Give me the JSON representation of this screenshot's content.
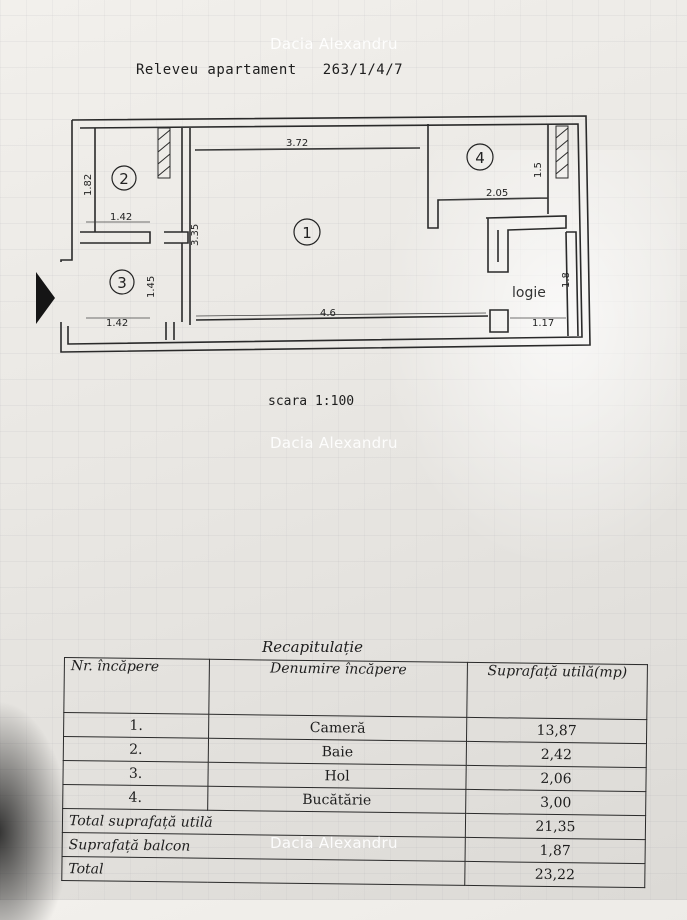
{
  "watermark": "Dacia Alexandru",
  "plan": {
    "title": "Releveu apartament",
    "number": "263/1/4/7",
    "scale_label": "scara",
    "scale_value": "1:100",
    "dimensions": {
      "room2_height": "1.82",
      "room2_width": "1.42",
      "hol_height": "1.45",
      "hol_width": "1.42",
      "room1_top": "3.72",
      "room1_height": "3.35",
      "room1_bottom": "4.6",
      "kitchen_width": "2.05",
      "kitchen_height": "1.5",
      "logia_height": "1.8",
      "logia_width": "1.17"
    },
    "room_numbers": [
      "1",
      "2",
      "3",
      "4"
    ],
    "logia_label": "logie"
  },
  "recap": {
    "title": "Recapitulație",
    "headers": [
      "Nr. încăpere",
      "Denumire încăpere",
      "Suprafață utilă(mp)"
    ],
    "rows": [
      {
        "nr": "1.",
        "name": "Cameră",
        "area": "13,87"
      },
      {
        "nr": "2.",
        "name": "Baie",
        "area": "2,42"
      },
      {
        "nr": "3.",
        "name": "Hol",
        "area": "2,06"
      },
      {
        "nr": "4.",
        "name": "Bucătărie",
        "area": "3,00"
      }
    ],
    "totals": [
      {
        "label": "Total suprafață utilă",
        "value": "21,35"
      },
      {
        "label": "Suprafață balcon",
        "value": "1,87"
      },
      {
        "label": "Total",
        "value": "23,22"
      }
    ]
  }
}
